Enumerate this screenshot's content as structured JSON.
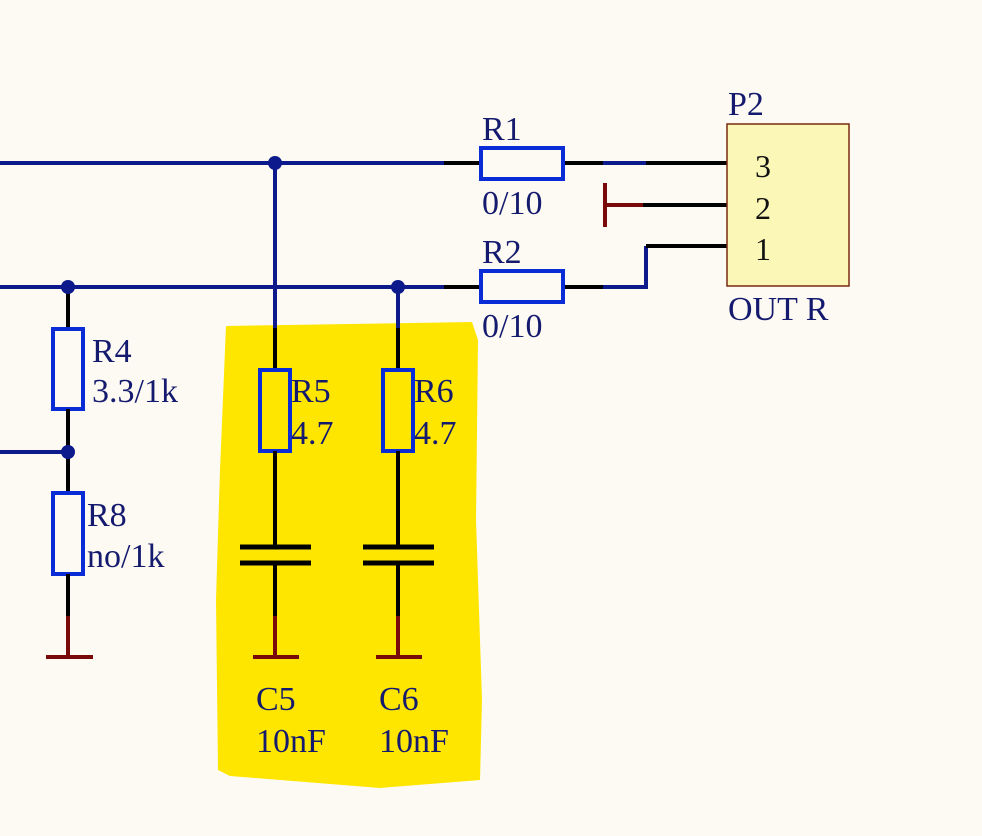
{
  "components": {
    "r1": {
      "ref": "R1",
      "value": "0/10"
    },
    "r2": {
      "ref": "R2",
      "value": "0/10"
    },
    "r4": {
      "ref": "R4",
      "value": "3.3/1k"
    },
    "r5": {
      "ref": "R5",
      "value": "4.7"
    },
    "r6": {
      "ref": "R6",
      "value": "4.7"
    },
    "r8": {
      "ref": "R8",
      "value": "no/1k"
    },
    "c5": {
      "ref": "C5",
      "value": "10nF"
    },
    "c6": {
      "ref": "C6",
      "value": "10nF"
    }
  },
  "connector": {
    "ref": "P2",
    "name": "OUT R",
    "pins": [
      "3",
      "2",
      "1"
    ]
  },
  "colors": {
    "background": "#fdfaf3",
    "wire": "#0c1a8c",
    "resistor": "#0a2cd6",
    "ground": "#7a0a0a",
    "highlight": "#ffe600",
    "connector_fill": "#fbf7b7"
  }
}
